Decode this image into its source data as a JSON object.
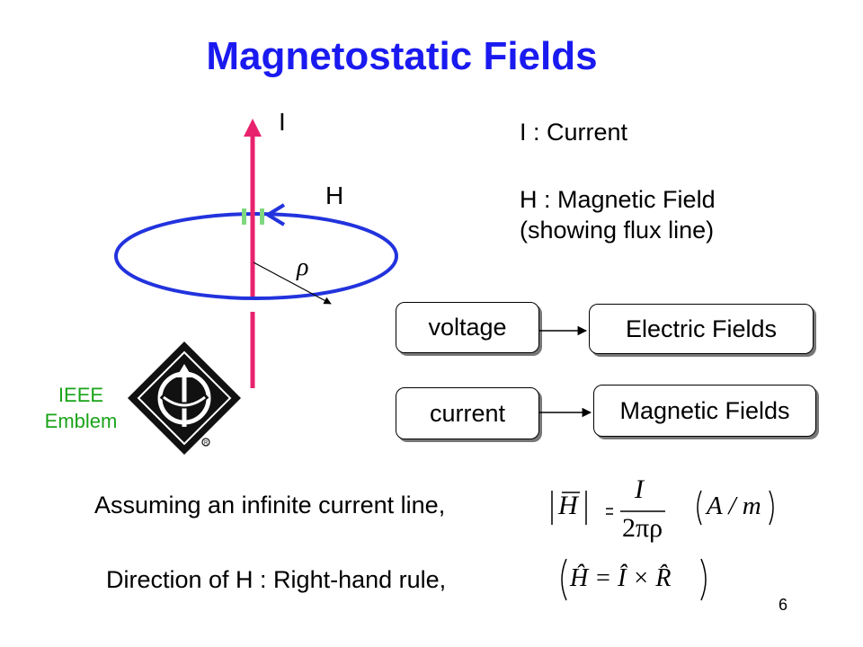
{
  "title": "Magnetostatic Fields",
  "diagram": {
    "current_label": "I",
    "field_label": "H",
    "rho_label": "ρ"
  },
  "legend": {
    "current_def": "I : Current",
    "field_def_line1": "H : Magnetic Field",
    "field_def_line2": "(showing flux line)"
  },
  "boxes": {
    "voltage": "voltage",
    "electric": "Electric Fields",
    "current": "current",
    "magnetic": "Magnetic Fields"
  },
  "emblem": {
    "line1": "IEEE",
    "line2": "Emblem"
  },
  "statements": {
    "infinite_line": "Assuming an infinite current line,",
    "right_hand": "Direction of H : Right-hand rule,"
  },
  "equations": {
    "magnitude_numerator": "I",
    "magnitude_denominator": "2πρ",
    "magnitude_unit": "A / m",
    "direction": "Ĥ = Î × R̂"
  },
  "page_number": "6",
  "colors": {
    "title": "#1a1af0",
    "current_line": "#e8236e",
    "loop": "#2233dd",
    "emblem_label": "#19a319"
  }
}
